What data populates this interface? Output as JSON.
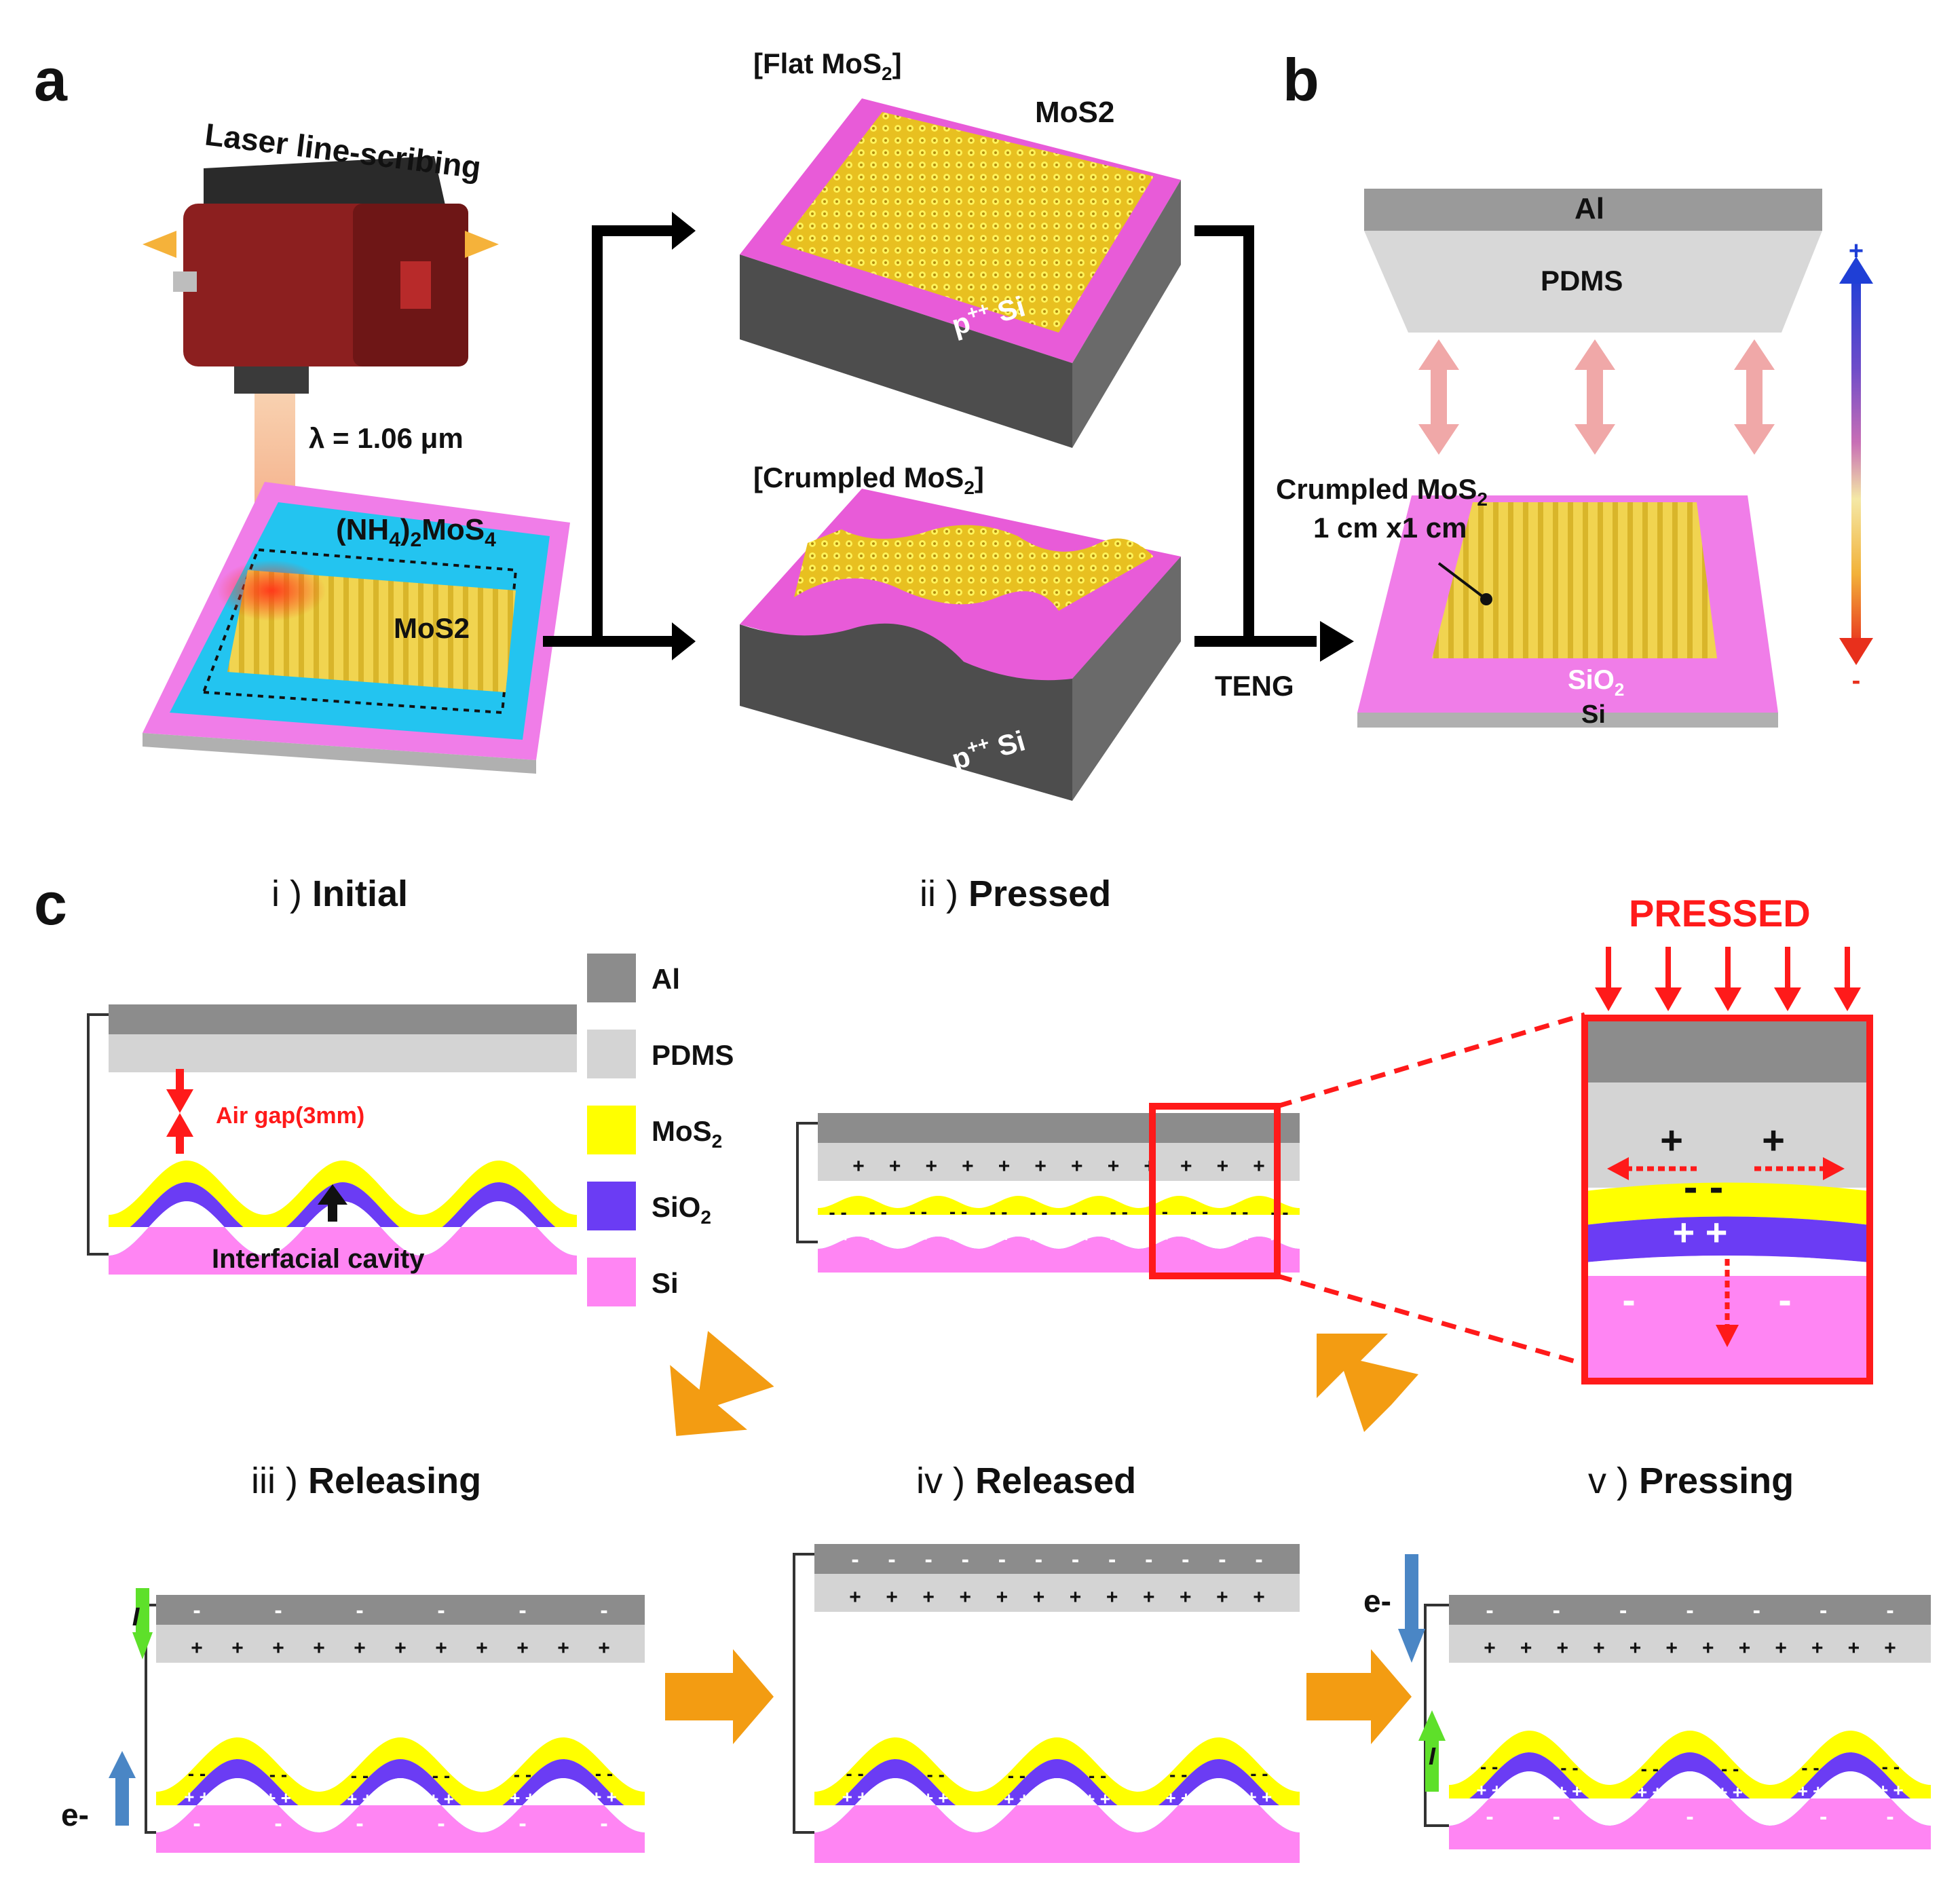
{
  "panels": {
    "a": "a",
    "b": "b",
    "c": "c"
  },
  "panel_a": {
    "laser_label": "Laser line-scribing",
    "wavelength": "λ = 1.06 μm",
    "precursor": "(NH4)2MoS4",
    "precursor_parts": [
      "(NH",
      "4",
      ")",
      "2",
      "MoS",
      "4"
    ],
    "mos2_label": "MoS2",
    "flat_title": "[Flat MoS2]",
    "flat_title_parts": [
      "[Flat MoS",
      "2",
      "]"
    ],
    "crumpled_title": "[Crumpled MoS2]",
    "crumpled_title_parts": [
      "[Crumpled MoS",
      "2",
      "]"
    ],
    "substrate_parts": [
      "p",
      "++",
      " Si"
    ],
    "teng_label": "TENG"
  },
  "panel_b": {
    "al_label": "Al",
    "pdms_label": "PDMS",
    "crumpled_label": "Crumpled MoS2",
    "crumpled_parts": [
      "Crumpled MoS",
      "2"
    ],
    "size_label": "1 cm x1 cm",
    "sio2_label": "SiO2",
    "sio2_parts": [
      "SiO",
      "2"
    ],
    "si_label": "Si",
    "plus_sign": "+",
    "minus_sign": "-"
  },
  "panel_c": {
    "stages": [
      {
        "roman": "i )",
        "title": "Initial"
      },
      {
        "roman": "ii )",
        "title": "Pressed"
      },
      {
        "roman": "iii )",
        "title": "Releasing"
      },
      {
        "roman": "iv )",
        "title": "Released"
      },
      {
        "roman": "v )",
        "title": "Pressing"
      }
    ],
    "air_gap": "Air gap(3mm)",
    "interfacial_cavity": "Interfacial cavity",
    "pressed_banner": "PRESSED",
    "electron": "e-",
    "current": "I",
    "legend": [
      {
        "label": "Al",
        "sub": "",
        "color": "#8c8c8c"
      },
      {
        "label": "PDMS",
        "sub": "",
        "color": "#d4d4d4"
      },
      {
        "label": "MoS",
        "sub": "2",
        "color": "#ffff00"
      },
      {
        "label": "SiO",
        "sub": "2",
        "color": "#6b3cf4"
      },
      {
        "label": "Si",
        "sub": "",
        "color": "#ff85f3"
      }
    ]
  },
  "colors": {
    "al": "#8c8c8c",
    "pdms": "#d4d4d4",
    "mos2": "#ffff00",
    "sio2": "#6b3cf4",
    "si": "#ff85f3",
    "accent_red": "#ff1a1a",
    "flow_arrow": "#f39c12",
    "electron_arrow": "#4a86c5",
    "current_arrow": "#5ee02a"
  }
}
